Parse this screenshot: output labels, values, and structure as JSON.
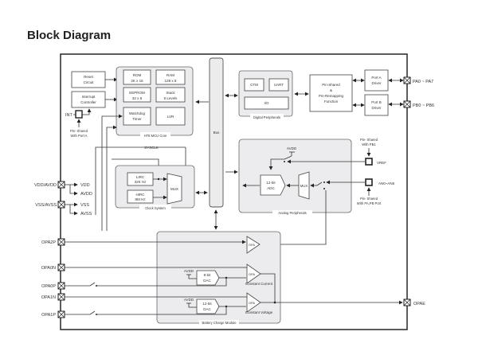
{
  "title": "Block Diagram",
  "core": {
    "label": "HT8 MCU Core",
    "blocks": [
      {
        "line1": "ROM",
        "line2": "2K x 16"
      },
      {
        "line1": "RAM",
        "line2": "128 x 8"
      },
      {
        "line1": "EEPROM",
        "line2": "32 x 8"
      },
      {
        "line1": "Stack",
        "line2": "6 Levels"
      },
      {
        "line1": "Watchdog",
        "line2": "Timer"
      },
      {
        "line1": "LVR",
        "line2": ""
      }
    ]
  },
  "left_blocks": {
    "reset": {
      "line1": "Reset",
      "line2": "Circuit"
    },
    "interrupt": {
      "line1": "Interrupt",
      "line2": "Controller"
    },
    "int_pin": "INT",
    "int_note": {
      "line1": "Pin- Shared",
      "line2": "With Port A"
    }
  },
  "bus": {
    "label": "Bus"
  },
  "digital": {
    "label": "Digital Peripherals",
    "ctm": "CTM",
    "uart": "UART",
    "io": "I/O"
  },
  "pin_shared": {
    "line1": "Pin-Shared",
    "line2": "&",
    "line3": "Pin-Remapping",
    "line4": "Function"
  },
  "ports": [
    {
      "line1": "Port A",
      "line2": "Driver",
      "pins": "PA0 ~ PA7"
    },
    {
      "line1": "Port B",
      "line2": "Driver",
      "pins": "PB0 ~ PB6"
    }
  ],
  "clock": {
    "label": "Clock System",
    "sysclk": "SYSCLK",
    "lirc": {
      "line1": "LIRC",
      "line2": "32K Hz"
    },
    "hirc": {
      "line1": "HIRC",
      "line2": "8M Hz"
    },
    "mux": "MUX"
  },
  "analog": {
    "label": "Analog Peripherals",
    "avdd": "AVDD",
    "adc": {
      "line1": "12-bit",
      "line2": "ADC"
    },
    "mux": "MUX",
    "vref": "VREF",
    "vref_note": {
      "line1": "Pin- Shared",
      "line2": "With PB1"
    },
    "an": "AN0~AN5",
    "an_note": {
      "line1": "Pin- Shared",
      "line2": "With PA,PB Port"
    }
  },
  "power": {
    "vdd_pin": "VDD/AVDD",
    "vss_pin": "VSS/AVSS",
    "vdd": "VDD",
    "avdd": "AVDD",
    "vss": "VSS",
    "avss": "AVSS"
  },
  "battery": {
    "label": "Battery Charge Module",
    "opa": "OPA",
    "dac8": {
      "line1": "8-bit",
      "line2": "DAC"
    },
    "dac12": {
      "line1": "12-bit",
      "line2": "DAC"
    },
    "avdd": "AVDD",
    "cc": "Constant Current",
    "cv": "Constant Voltage"
  },
  "opa_pins": [
    "OPA2P",
    "OPA0N",
    "OPA0P",
    "OPA1N",
    "OPA1P"
  ],
  "opae": "OPAE"
}
